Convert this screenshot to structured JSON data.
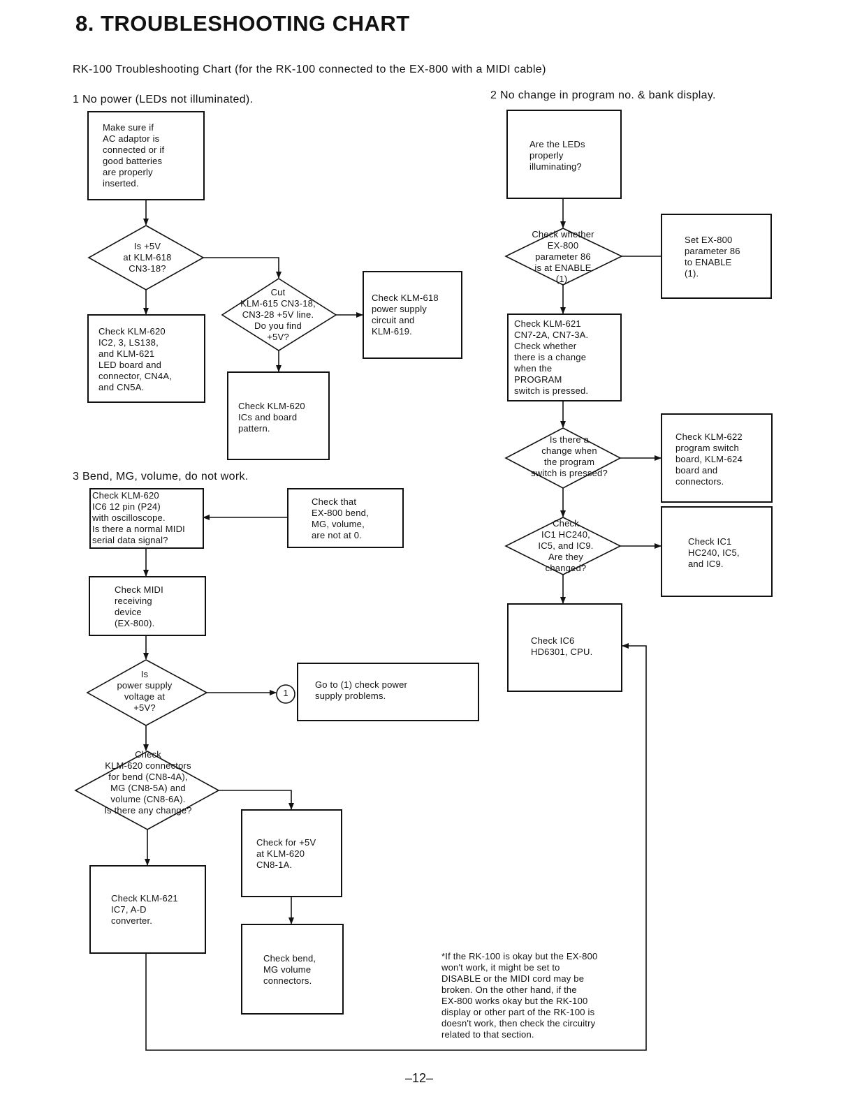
{
  "page": {
    "title": "8.  TROUBLESHOOTING CHART",
    "subtitle": "RK-100 Troubleshooting Chart (for the RK-100 connected to the EX-800 with a MIDI cable)",
    "page_number": "–12–"
  },
  "section1": {
    "heading": "1   No power (LEDs not illuminated).",
    "box_check_ac": "Make sure if\nAC adaptor is\nconnected or if\ngood batteries\nare properly\ninserted.",
    "diamond_5v": "Is +5V\nat KLM-618\nCN3-18?",
    "box_check_620": "Check KLM-620\nIC2, 3, LS138,\nand KLM-621\nLED board and\nconnector, CN4A,\nand CN5A.",
    "diamond_cut": "Cut\nKLM-615 CN3-18,\nCN3-28 +5V line.\nDo you find\n+5V?",
    "box_check_618": "Check KLM-618\npower supply\ncircuit and\nKLM-619.",
    "box_check_620_ics": "Check KLM-620\nICs and board\npattern."
  },
  "section2": {
    "heading": "2   No change in program no. & bank display.",
    "box_leds": "Are the LEDs\nproperly\nilluminating?",
    "diamond_param": "Check whether\nEX-800\nparameter 86\nis at ENABLE\n(1).",
    "box_set_param": "Set EX-800\nparameter 86\nto ENABLE\n(1).",
    "box_check_621": "Check KLM-621\nCN7-2A, CN7-3A.\nCheck whether\nthere is a change\nwhen the\nPROGRAM\nswitch is pressed.",
    "diamond_change": "Is there a\nchange when\nthe program\nswitch is pressed?",
    "box_check_622": "Check KLM-622\nprogram switch\nboard, KLM-624\nboard and\nconnectors.",
    "diamond_ic": "Check\nIC1 HC240,\nIC5, and IC9.\nAre they\nchanged?",
    "box_check_ic1": "Check IC1\nHC240, IC5,\nand IC9.",
    "box_check_ic6": "Check IC6\nHD6301, CPU."
  },
  "section3": {
    "heading": "3   Bend, MG, volume, do not work.",
    "box_check_ic6_pin": "Check KLM-620\nIC6 12 pin (P24)\nwith oscilloscope.\nIs there a normal MIDI\nserial data signal?",
    "box_check_ex800": "Check that\nEX-800 bend,\nMG, volume,\nare not at 0.",
    "box_check_midi": "Check MIDI\nreceiving\ndevice\n(EX-800).",
    "diamond_power": "Is\npower supply\nvoltage at\n+5V?",
    "connector_label": "1",
    "box_goto": "Go to (1) check power\nsupply problems.",
    "diamond_connectors": "Check\nKLM-620 connectors\nfor bend (CN8-4A),\nMG (CN8-5A) and\nvolume (CN8-6A).\nIs there any change?",
    "box_check_5v": "Check for +5V\nat KLM-620\nCN8-1A.",
    "box_check_621_ad": "Check KLM-621\nIC7, A-D\nconverter.",
    "box_check_bend": "Check bend,\nMG volume\nconnectors."
  },
  "footnote": "*If the RK-100 is okay but the EX-800\n  won't work, it might be set to\n  DISABLE or the MIDI cord may be\n  broken. On the other hand, if the\n  EX-800 works okay but the RK-100\n  display or other part of the RK-100 is\n  doesn't work, then check the circuitry\n  related to that section."
}
